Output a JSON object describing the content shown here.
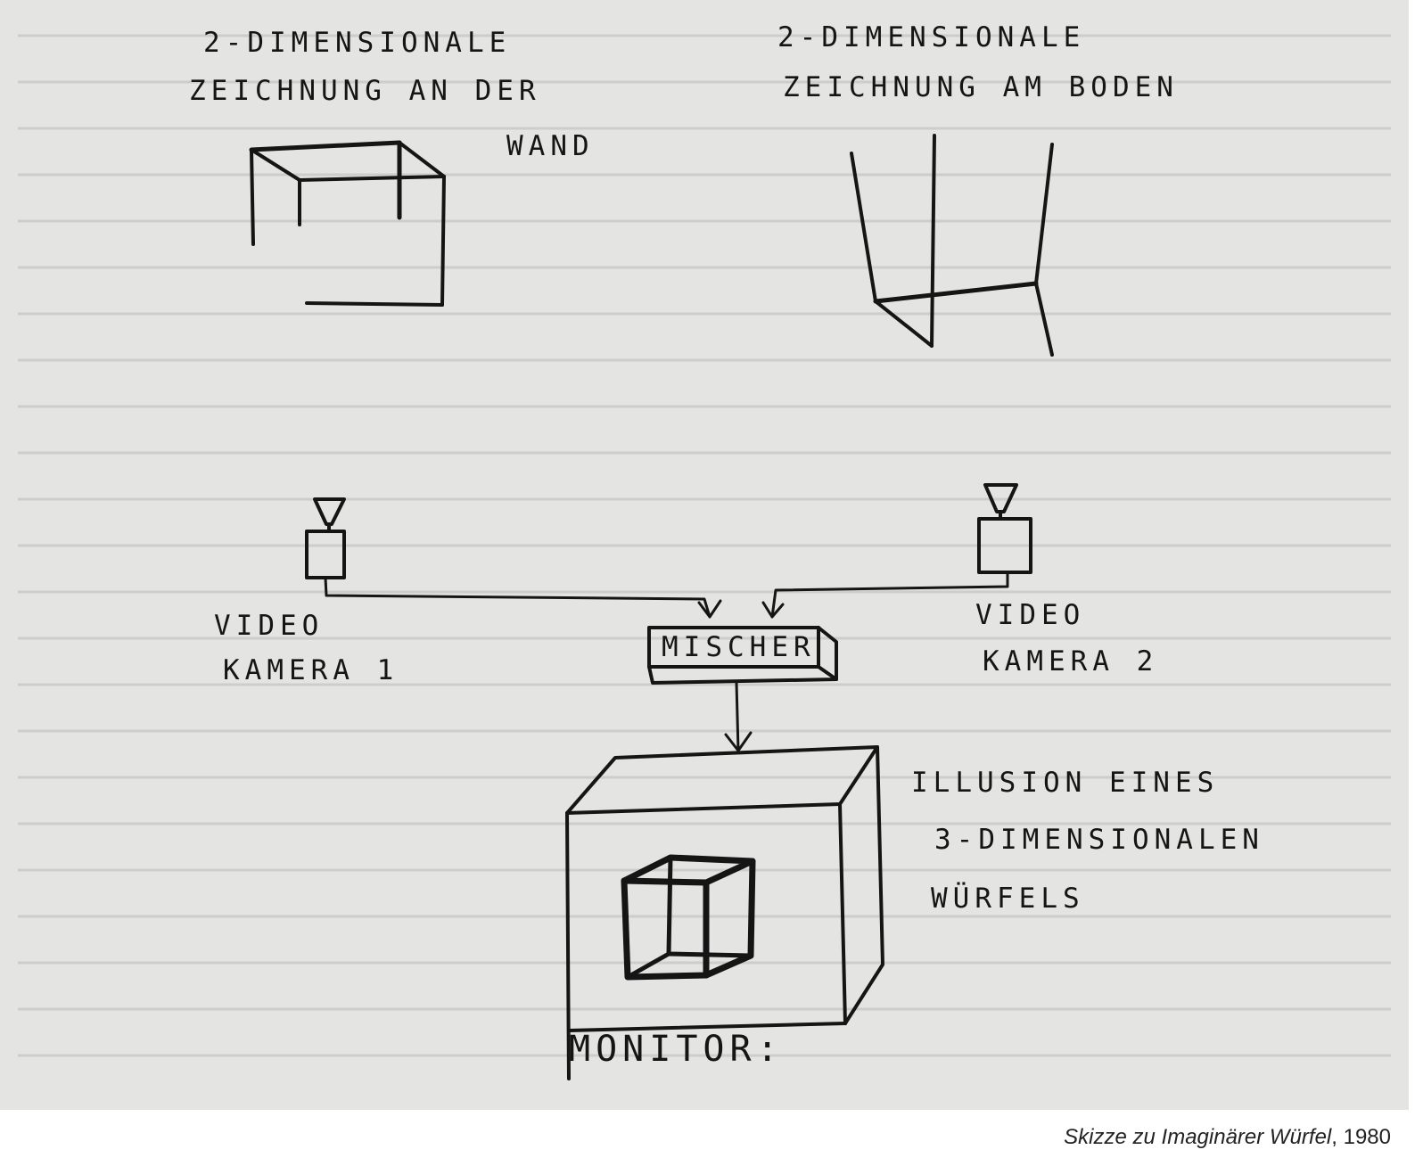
{
  "labels": {
    "wall_title_line1": "2-DIMENSIONALE",
    "wall_title_line2": "ZEICHNUNG AN DER",
    "wall_title_line3": "WAND",
    "floor_title_line1": "2-DIMENSIONALE",
    "floor_title_line2": "ZEICHNUNG AM BODEN",
    "camera1_line1": "VIDEO",
    "camera1_line2": "KAMERA 1",
    "camera2_line1": "VIDEO",
    "camera2_line2": "KAMERA 2",
    "mixer": "MISCHER",
    "illusion_line1": "ILLUSION EINES",
    "illusion_line2": "3-DIMENSIONALEN",
    "illusion_line3": "WÜRFELS",
    "monitor": "MONITOR:"
  },
  "caption": {
    "title": "Skizze zu Imaginärer Würfel",
    "year": ", 1980"
  },
  "colors": {
    "paper": "#e4e4e2",
    "ink": "#151515",
    "page": "#ffffff"
  }
}
